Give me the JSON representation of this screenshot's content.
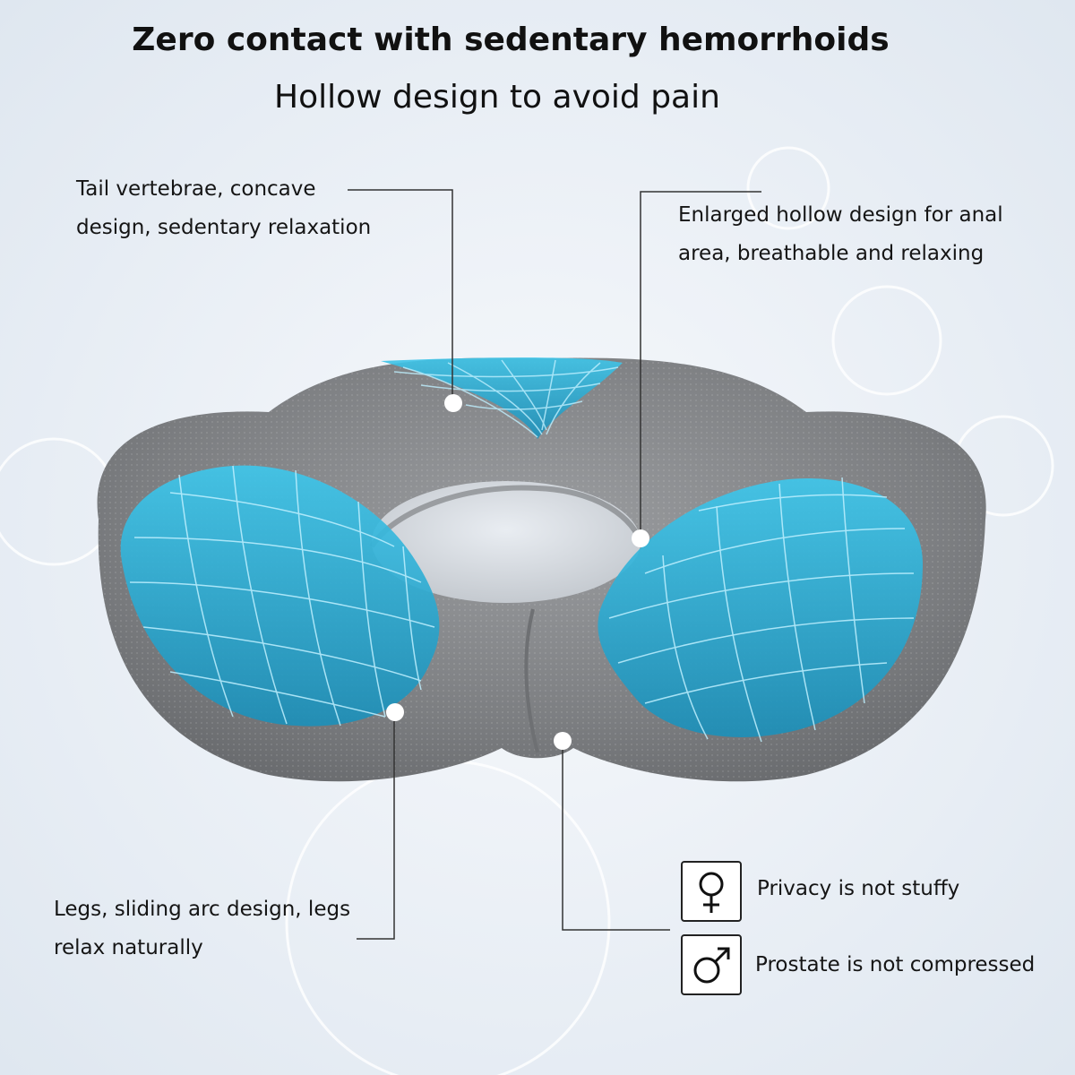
{
  "headline": {
    "line1": "Zero contact with sedentary hemorrhoids",
    "line2": "Hollow design to avoid pain"
  },
  "callouts": {
    "tail": [
      "Tail vertebrae, concave",
      "design, sedentary relaxation"
    ],
    "hollow": [
      "Enlarged hollow design for anal",
      "area, breathable and relaxing"
    ],
    "legs": [
      "Legs, sliding arc design, legs",
      "relax naturally"
    ]
  },
  "legend": [
    {
      "icon": "female-symbol-icon",
      "text": "Privacy is not stuffy"
    },
    {
      "icon": "male-symbol-icon",
      "text": "Prostate is not compressed"
    }
  ],
  "colors": {
    "cushion": "#7d7f82",
    "cushion_light": "#a4a6a9",
    "zone_blue": "#33b7dd",
    "zone_line": "#bff0ff",
    "leader_line": "#333333"
  }
}
